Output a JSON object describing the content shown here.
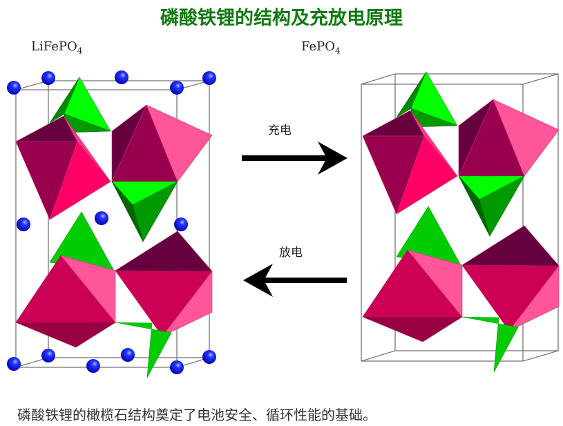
{
  "title": "磷酸铁锂的结构及充放电原理",
  "left_structure": {
    "formula": "LiFePO",
    "subscript": "4"
  },
  "right_structure": {
    "formula": "FePO",
    "subscript": "4"
  },
  "charge_label": "充电",
  "discharge_label": "放电",
  "caption": "磷酸铁锂的橄榄石结构奠定了电池安全、循环性能的基础。",
  "colors": {
    "title": "#117a11",
    "li_atom": "#0a0aff",
    "tetrahedron": "#00cc00",
    "octahedron": "#cc0055"
  }
}
